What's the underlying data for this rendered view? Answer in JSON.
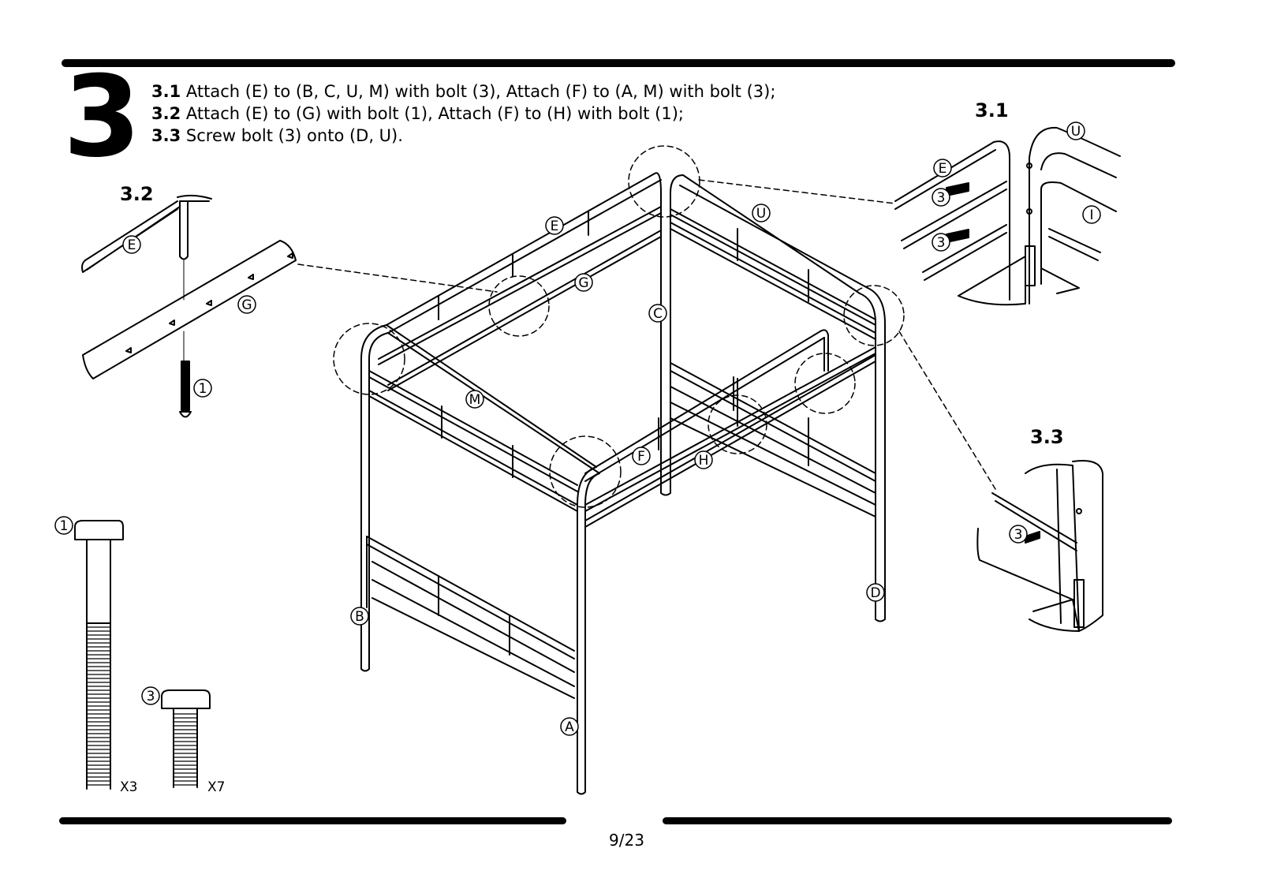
{
  "step": {
    "number": "3",
    "instructions": [
      {
        "num": "3.1",
        "text": "Attach (E) to (B, C, U, M) with bolt (3), Attach (F) to (A, M) with bolt (3);"
      },
      {
        "num": "3.2",
        "text": "Attach (E) to (G) with bolt (1), Attach (F) to (H) with bolt (1);"
      },
      {
        "num": "3.3",
        "text": "Screw bolt (3) onto (D, U)."
      }
    ]
  },
  "details": {
    "d31": "3.1",
    "d32": "3.2",
    "d33": "3.3"
  },
  "part_labels": {
    "A": "A",
    "B": "B",
    "C": "C",
    "D": "D",
    "E": "E",
    "F": "F",
    "G": "G",
    "H": "H",
    "I": "I",
    "M": "M",
    "U": "U"
  },
  "hardware": [
    {
      "id": "1",
      "qty": "X3"
    },
    {
      "id": "3",
      "qty": "X7"
    }
  ],
  "footer": {
    "page": "9/23"
  }
}
